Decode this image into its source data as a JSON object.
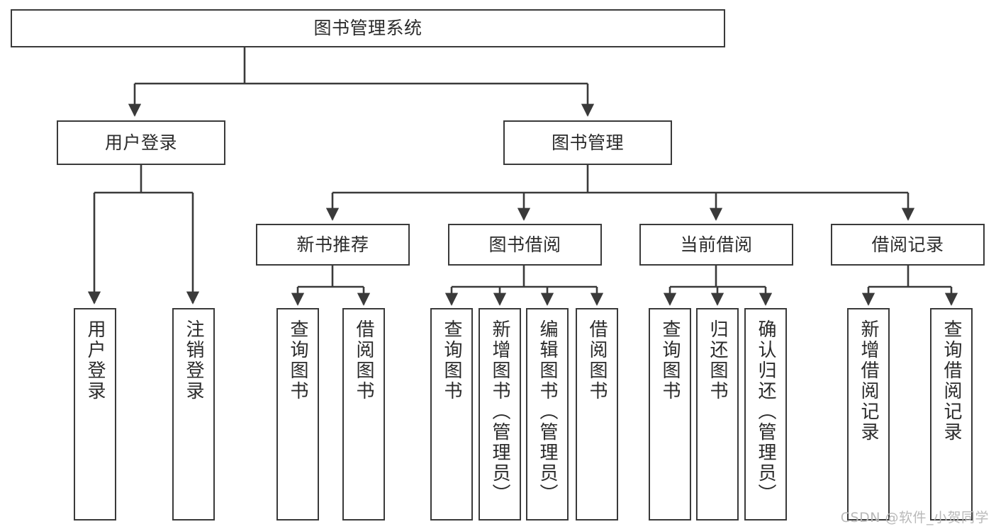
{
  "diagram": {
    "title": "图书管理系统",
    "type": "tree-hierarchy",
    "watermark": "CSDN @软件_小贺同学",
    "colors": {
      "stroke": "#3a3a3a",
      "fill": "#ffffff",
      "text": "#2b2b2b",
      "watermark": "#b9b9b9"
    },
    "nodes": {
      "root": "图书管理系统",
      "level2": {
        "user_login": "用户登录",
        "book_manage": "图书管理"
      },
      "level3": {
        "new_book_recommend": "新书推荐",
        "book_borrow": "图书借阅",
        "current_borrow": "当前借阅",
        "borrow_record": "借阅记录"
      },
      "leaves": {
        "user_login_children": [
          "用户登录",
          "注销登录"
        ],
        "new_book_recommend_children": [
          "查询图书",
          "借阅图书"
        ],
        "book_borrow_children": [
          "查询图书",
          "新增图书（管理员）",
          "编辑图书（管理员）",
          "借阅图书"
        ],
        "current_borrow_children": [
          "查询图书",
          "归还图书",
          "确认归还（管理员）"
        ],
        "borrow_record_children": [
          "新增借阅记录",
          "查询借阅记录"
        ]
      }
    }
  }
}
